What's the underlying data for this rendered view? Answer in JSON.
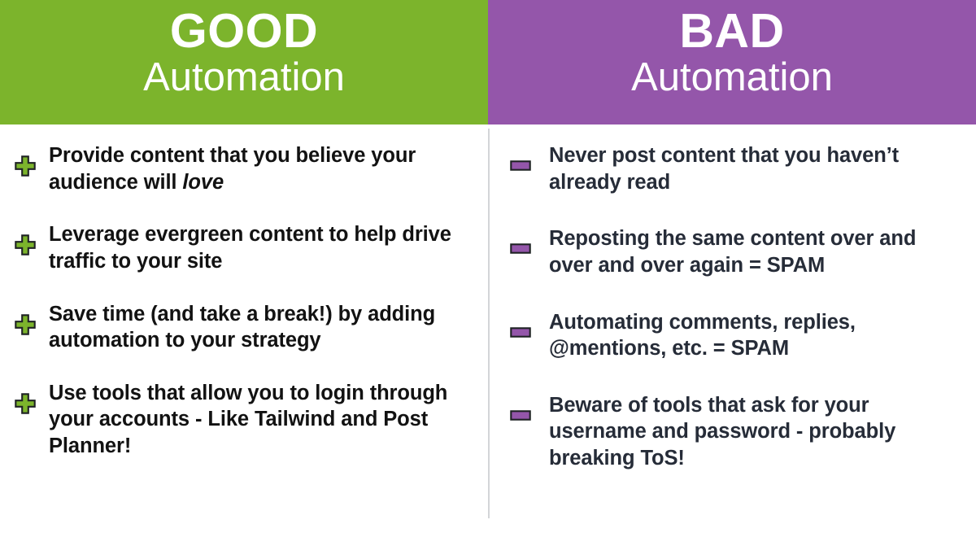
{
  "columns": {
    "good": {
      "title": "GOOD",
      "subtitle": "Automation",
      "header_color": "#7cb42c",
      "text_color": "#121212",
      "bullet_icon": "plus-icon",
      "items": [
        {
          "lead": "Provide content that you believe your audience will ",
          "emphasis": "love",
          "trail": ""
        },
        {
          "lead": "Leverage evergreen content to help drive traffic to your site",
          "emphasis": "",
          "trail": ""
        },
        {
          "lead": "Save time (and take a break!) by adding automation to your strategy",
          "emphasis": "",
          "trail": ""
        },
        {
          "lead": "Use tools that allow you to login through your accounts - Like Tailwind and Post Planner!",
          "emphasis": "",
          "trail": ""
        }
      ]
    },
    "bad": {
      "title": "BAD",
      "subtitle": "Automation",
      "header_color": "#9456aa",
      "text_color": "#262c38",
      "bullet_icon": "minus-icon",
      "items": [
        {
          "lead": "Never post content that you haven’t already read",
          "emphasis": "",
          "trail": ""
        },
        {
          "lead": "Reposting the same content over and over and over again = SPAM",
          "emphasis": "",
          "trail": ""
        },
        {
          "lead": "Automating comments, replies, @mentions, etc. = SPAM",
          "emphasis": "",
          "trail": ""
        },
        {
          "lead": "Beware of tools that ask for your username and password - probably breaking ToS!",
          "emphasis": "",
          "trail": ""
        }
      ]
    }
  },
  "colors": {
    "green": "#7cb42c",
    "purple": "#9456aa",
    "plus_fill": "#7cb42c",
    "plus_stroke": "#1f2224",
    "minus_fill": "#9456aa",
    "minus_stroke": "#1f2224",
    "divider": "#d3d5d8",
    "background": "#ffffff"
  }
}
